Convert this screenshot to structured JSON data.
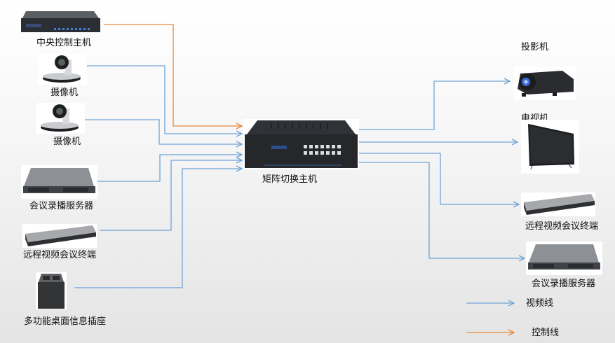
{
  "colors": {
    "video_line": "#6fa3d6",
    "control_line": "#e8873a"
  },
  "sources": [
    {
      "id": "central-control",
      "label": "中央控制主机"
    },
    {
      "id": "camera-1",
      "label": "摄像机"
    },
    {
      "id": "camera-2",
      "label": "摄像机"
    },
    {
      "id": "recording-server",
      "label": "会议录播服务器"
    },
    {
      "id": "video-conference-terminal",
      "label": "远程视频会议终端"
    },
    {
      "id": "desktop-socket",
      "label": "多功能桌面信息插座"
    }
  ],
  "hub": {
    "id": "matrix-switcher",
    "label": "矩阵切换主机"
  },
  "outputs": [
    {
      "id": "projector",
      "label": "投影机"
    },
    {
      "id": "tv",
      "label": "电视机"
    },
    {
      "id": "video-conference-terminal-out",
      "label": "远程视频会议终端"
    },
    {
      "id": "recording-server-out",
      "label": "会议录播服务器"
    }
  ],
  "legend": [
    {
      "type": "video",
      "label": "视频线"
    },
    {
      "type": "control",
      "label": "控制线"
    }
  ]
}
